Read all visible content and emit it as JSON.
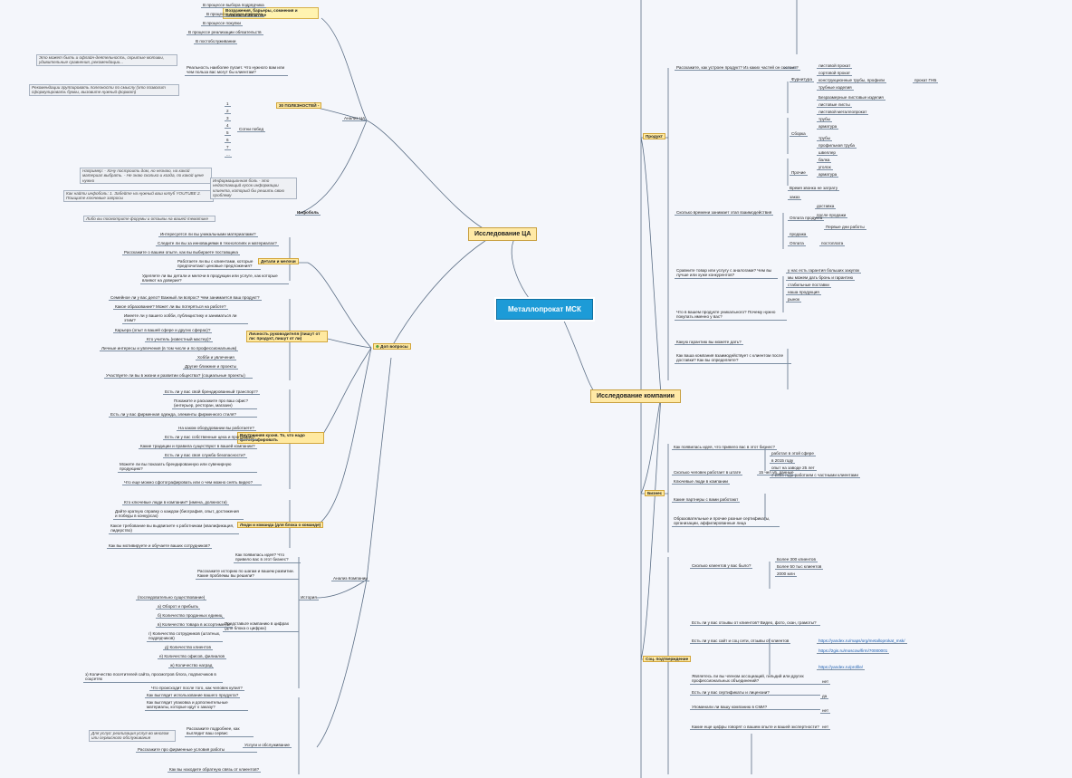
{
  "center": {
    "title": "Металлопрокат МСК"
  },
  "main": {
    "research_ca": "Исследование ЦА",
    "research_company": "Исследование компании"
  },
  "left": {
    "barriers": "Возражения, барьеры, сомнения и трудности 3й штуке",
    "barrier_items": [
      "В процессе выбора подрядчика",
      "В процессе выбора продукта",
      "В процессе покупки",
      "В процессе реализации обязательств",
      "В постобслуживании"
    ],
    "benefits": "30 ПОЛЕЗНОСТЕЙ -",
    "benefits_q": "Реальность наиболее пугает. Что нужного вам или чем польза вас могут бы клиентам?",
    "benefits_note1": "Это может быть и офлайн-деятельность, скрытые мотивы, удивительные сравнения, рекомендации...",
    "benefits_note2": "Рекомендации группировать полезности по смыслу (это позволит сформулировать буквы, вызовите нужный формат)",
    "benefit_nums": [
      "1",
      "2",
      "3",
      "4",
      "5",
      "6",
      "7",
      "..."
    ],
    "benefits_count": "Сотни побед",
    "analysis_ca": "Анализ ЦА",
    "infoboli": "Инфоболь",
    "infoboli_q": "Информационная боль - это недостающий кусок информации клиента, который бы решить свою проблему",
    "infoboli_note1": "Например: - Хочу построить дом, но незнаю, на какой материал выбрать. - Не знаю сколько и когда, по какой цене нужно",
    "infoboli_note2": "Как найти инфоболь: 1. Забейте на нужный ваш ютуб YOUTUBE 2. Поищите ключевые запросы",
    "infoboli_note3": "Либо вы посмотрите форумы и отзывы на вашей тематике",
    "dop_questions": "Доп вопросы",
    "details": "Детали и мелочи",
    "details_items": [
      "Интересуется ли вы уникальными материалами?",
      "Следите ли вы за инновациями в технологиях и материалах?",
      "Расскажите о вашем опыте, как вы выбираете поставщика",
      "Работаете ли вы с клиентами, которые предпочитают ценовые предложения?",
      "Уделяете ли вы детали и мелочи в продукции или услуге, как которые влияют на доверие?"
    ],
    "personal": "Личность руководителя (пишут от ли: продукт, пишут от ли)",
    "personal_items": [
      "Семейное ли у вас дело? Важный ли вопрос? Чем занимается ваш продукт?",
      "Какое образование? Может ли вы потеряться на работе?",
      "Имеете ли у вашего хобби, публицистику и заниматься ли этим?",
      "Карьера (опыт в вашей сфере и других сферах)?",
      "Кто учитель (известный мастер)?",
      "Личные интересы и увлечения (в том числе и по профессиональным)",
      "Хобби и увлечения",
      "Другие ближние и проекты",
      "Участвуете ли вы в жизни и развитии общества? (социальные проекты)"
    ],
    "inner_kitchen": "Внутренняя кухня. То, что надо фотографировать",
    "inner_items": [
      "Есть ли у вас свой брендированный транспорт?",
      "Покажите и раскажите про ваш офис? (интерьер, ресторан, магазин)",
      "Есть ли у вас фирменная одежда, элементы фирменного стиля?",
      "На каком оборудовании вы работаете?",
      "Есть ли у вас собственные цеха и программы?",
      "Какие традиции и правила существуют в вашей компании?",
      "Есть ли у вас своя служба безопасности?",
      "Можете ли вы показать брендированную или сувенирную продукцию?",
      "Что еще можно сфотографировать или о чем можно снять видео?"
    ],
    "people": "Люди и команда (для блока о команде)",
    "people_items": [
      "Кто ключевые люди в компании? (имена, должности)",
      "Дайте краткую справку о каждом (биография, опыт, достижения и победы в конкурсах)",
      "Какое требование вы выдвигаете к работникам (квалификация, лидерство)",
      "Как вы мотивируете и обучаете ваших сотрудников?"
    ],
    "company_analysis": "Анализ Компании",
    "history": "История",
    "history_items": [
      "Как появилась идея? Что привело вас в этот бизнес?",
      "Расскажите историю по шагам и вашем развитии. Какие проблемы вы решили?",
      "(последовательно существование)"
    ],
    "numbers_title": "Представьте компанию в цифрах (для блока о цифрах)",
    "numbers_items": [
      "а) Оборот и прибыль",
      "б) Количество проданных единиц",
      "в) Количество товара в ассортименте",
      "г) Количество сотрудников (штатных, подрядчиков)",
      "д) Количество клиентов",
      "е) Количество офисов, филиалов",
      "ж) Количество наград"
    ],
    "numbers_extra": "з) Количество посетителей сайта, просмотров блога, подписчиков в соцсетях",
    "service": "Услуги и обслуживание",
    "service_items": [
      "Что происходит после того, как человек купил?",
      "Как выглядит использование вашего продукта?",
      "Как выглядит упаковка и дополнительные материалы, которые идут к заказу?",
      "Расскажите подробнее, как выглядит ваш сервис",
      "Расскажите про фирменные условия работы",
      "Как вы находите обратную связь от клиентов?"
    ],
    "service_note": "Для услуг: реализация услуг во многом или сервисного обслуживания"
  },
  "right": {
    "product": "Продукт",
    "product_q": "Расскажите, как устроен продукт? Из каких частей он состоит?",
    "cat_rolled": "Фурнитура",
    "cat_rolled_items": [
      "листовой прокат",
      "сортовой прокат",
      "конструкционные трубы, профили",
      "прокат ГНБ",
      "трубные изделия"
    ],
    "cat_second": "Прочие",
    "cat_second_items": [
      "Безразмерные листовые изделия",
      "листовые листы",
      "листовой металлопрокат",
      "трубы",
      "арматура"
    ],
    "cat_third": "Сборка",
    "cat_third_items": [
      "трубы",
      "профильная труба",
      "швеллер",
      "балка",
      "уголок",
      "арматура"
    ],
    "sales_q": "Сколько времени занимает этап взаимодействия",
    "sales_items": [
      "Время звонка не затрату",
      "заказ",
      "доставка",
      "после продажи",
      "Оплата продукта",
      "Первые дни работы",
      "продажа",
      "Оплата",
      "постоплата"
    ],
    "competitors_q": "Сравните товар или услугу с аналогами? Чем вы лучше или хуже конкурентов?",
    "competitors_items": [
      "у нас есть гарантия больших закупок",
      "мы можем дать бронь и гарантию",
      "стабильные поставки",
      "наша продукция",
      "рынок"
    ],
    "unique_q": "Что в вашем продукте уникального? Почему нужно покупать именно у вас?",
    "cost_q": "Какую гарантию вы можете дать?",
    "delivery_q": "Как ваша компания взаимодействует с клиентом после доставки? Как вы определяете?",
    "business": "Бизнес",
    "business_q": "Как появилась идея, что привело вас в этот бизнес?",
    "business_items": [
      "работал в этой сфере",
      "в 2015 году",
      "опыт на заводе 25 лет",
      "с 2016 года работаем с частными клиентами"
    ],
    "staff_q": "Сколько человек работает в штате",
    "staff_ans": "15 чел ув. данные",
    "clients_q": "Ключевые люди в компании",
    "partners_q": "Какие партнеры с вами работают",
    "cash_q": "Образовательные и прочие разные сертификаты, организации, аффилированные лица",
    "social": "Соц. подтверждение",
    "social_q": "Сколько клиентов у вас было?",
    "social_items": [
      "Более 300 клиентов",
      "Более 50 тыс клиентов",
      "2000 млн"
    ],
    "reviews_q": "Есть ли у вас сайт и соц сети, отзывы от клиентов",
    "reviews_note": "Есть ли у вас отзывы от клиентов? Видео, фото, скан, грамоты?",
    "links": [
      "https://yandex.ru/maps/org/metalloprokat_msk/",
      "https://2gis.ru/moscow/firm/70000001",
      "https://yandex.ru/profile/"
    ],
    "awards_q": "Являетесь ли вы членом ассоциаций, гильдий или других профессиональных объединений?",
    "sertif_q": "Есть ли у вас сертификаты и лицензии?",
    "media_q": "Упоминали ли вашу компанию в СМИ?",
    "exhibits_q": "Какие еще цифры говорят о вашем опыте и вашей экспертности?",
    "nums_small": [
      "нет",
      "да",
      "нет",
      "нет"
    ]
  }
}
